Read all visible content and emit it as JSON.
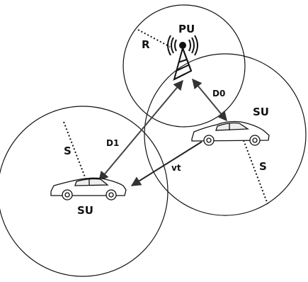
{
  "labels": {
    "primary_user": "PU",
    "radius": "R",
    "d0": "D0",
    "d1": "D1",
    "su_top": "SU",
    "su_bottom": "SU",
    "s_left": "S",
    "s_right": "S",
    "vt": "vt"
  },
  "colors": {
    "stroke": "#111111",
    "arrow": "#444444"
  }
}
